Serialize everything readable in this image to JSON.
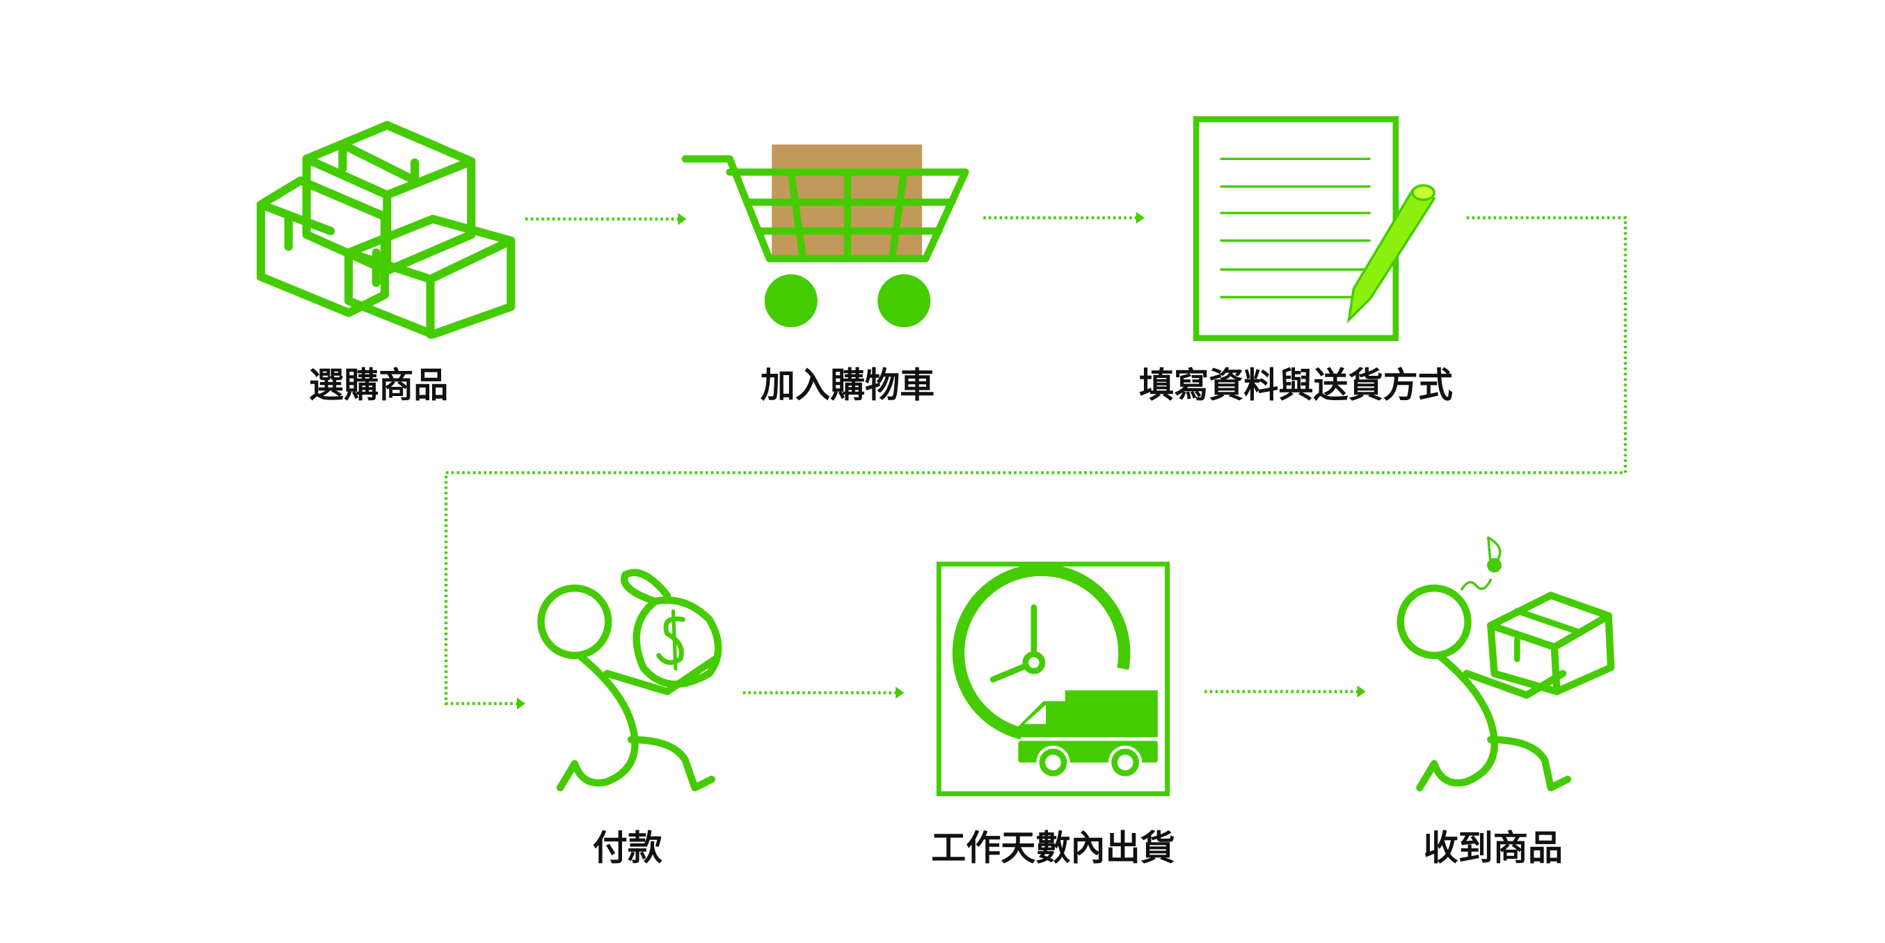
{
  "colors": {
    "accent": "#44cc00",
    "box": "#c19a5b",
    "pencil": "#8cf00f",
    "text": "#111111"
  },
  "steps": [
    {
      "label": "選購商品",
      "icon": "boxes-icon"
    },
    {
      "label": "加入購物車",
      "icon": "shopping-cart-icon"
    },
    {
      "label": "填寫資料與送貨方式",
      "icon": "form-pencil-icon"
    },
    {
      "label": "付款",
      "icon": "running-person-money-bag-icon"
    },
    {
      "label": "工作天數內出貨",
      "icon": "clock-truck-icon"
    },
    {
      "label": "收到商品",
      "icon": "running-person-package-icon"
    }
  ]
}
